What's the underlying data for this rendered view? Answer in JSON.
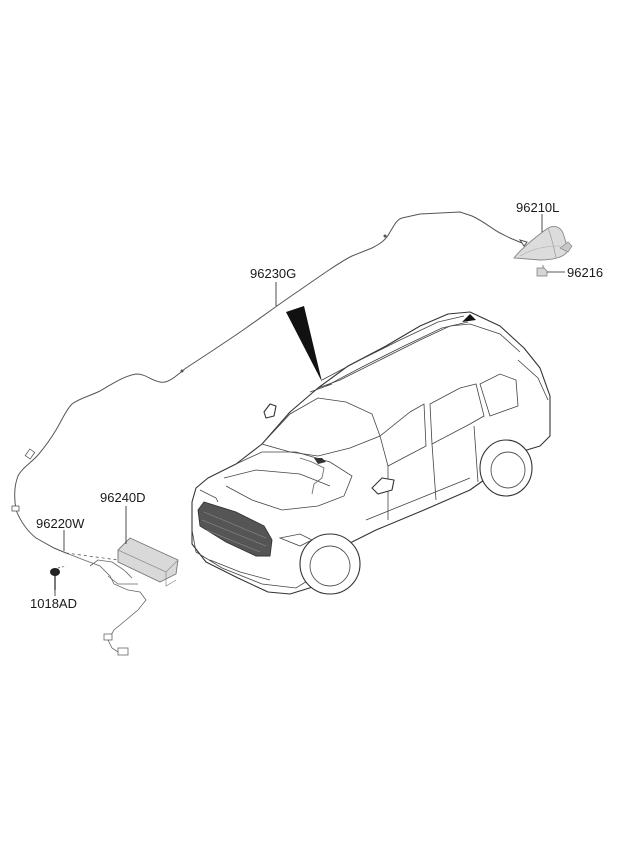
{
  "parts": {
    "antenna": "96210L",
    "antenna_bolt": "96216",
    "feeder_cable": "96230G",
    "module": "96240D",
    "extension_cable": "96220W",
    "screw": "1018AD"
  }
}
